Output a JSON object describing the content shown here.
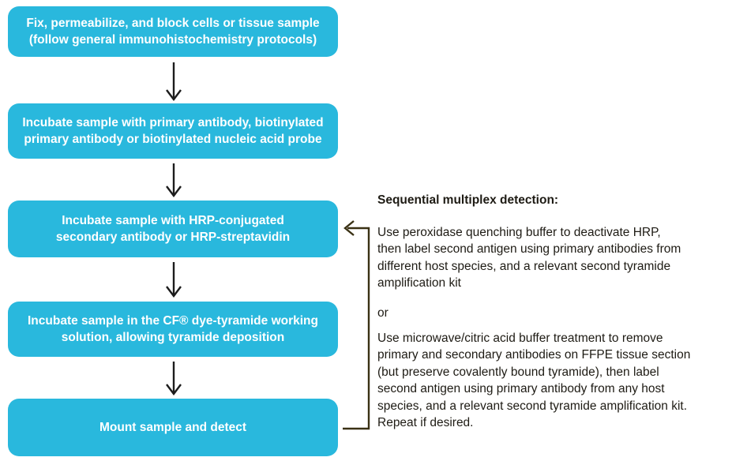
{
  "flowchart": {
    "steps": [
      {
        "label": [
          "Fix, permeabilize, and block cells or tissue sample",
          "(follow general immunohistochemistry protocols)"
        ]
      },
      {
        "label": [
          "Incubate sample with primary antibody, biotinylated",
          "primary antibody or biotinylated nucleic acid probe"
        ]
      },
      {
        "label": [
          "Incubate sample with HRP-conjugated",
          "secondary antibody or HRP-streptavidin"
        ]
      },
      {
        "label": [
          "Incubate sample in the CF® dye-tyramide working",
          "solution, allowing tyramide deposition"
        ]
      },
      {
        "label": [
          "Mount sample and detect"
        ]
      }
    ],
    "box_fill_color": "#29b8dd",
    "box_text_color": "#ffffff",
    "flow_arrow_color": "#1c1c1c",
    "loop_arrow_color": "#3a3114"
  },
  "side_panel": {
    "heading": "Sequential multiplex detection:",
    "option1": [
      "Use peroxidase quenching buffer to deactivate HRP,",
      "then label second antigen using primary antibodies from",
      "different host species, and a relevant second tyramide",
      "amplification kit"
    ],
    "separator": "or",
    "option2": [
      "Use microwave/citric acid buffer treatment to remove",
      "primary and secondary antibodies on FFPE tissue section",
      "(but preserve covalently bound tyramide), then label",
      "second antigen using primary antibody from any host",
      "species, and a relevant second tyramide amplification kit.",
      "Repeat if desired."
    ],
    "text_color": "#1e1b14"
  }
}
